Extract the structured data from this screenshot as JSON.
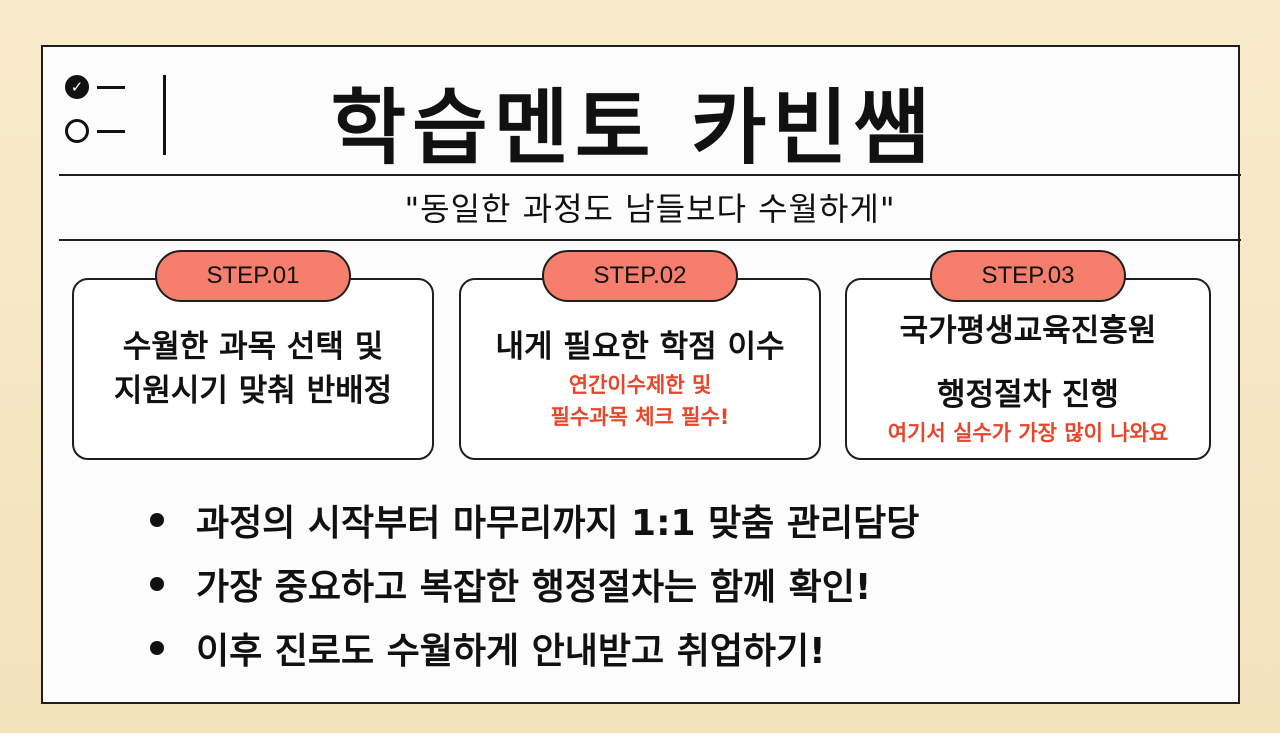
{
  "header": {
    "title": "학습멘토 카빈쌤",
    "subtitle": "\"동일한 과정도 남들보다 수월하게\""
  },
  "steps": [
    {
      "label": "STEP.01",
      "lines": [
        "수월한 과목 선택 및",
        "지원시기 맞춰 반배정"
      ],
      "notes": []
    },
    {
      "label": "STEP.02",
      "lines": [
        "내게 필요한 학점 이수"
      ],
      "notes": [
        "연간이수제한 및",
        "필수과목 체크 필수!"
      ]
    },
    {
      "label": "STEP.03",
      "lines": [
        "국가평생교육진흥원",
        "행정절차 진행"
      ],
      "notes": [
        "여기서 실수가 가장 많이 나와요"
      ]
    }
  ],
  "bullets": [
    "과정의 시작부터 마무리까지 1:1 맞춤 관리담당",
    "가장 중요하고 복잡한 행정절차는 함께 확인!",
    "이후 진로도 수월하게 안내받고 취업하기!"
  ],
  "icons": {
    "check": "✓"
  },
  "colors": {
    "accent": "#f57f6c",
    "note": "#e8462b",
    "ink": "#111111",
    "background": "#f6e7c4"
  }
}
